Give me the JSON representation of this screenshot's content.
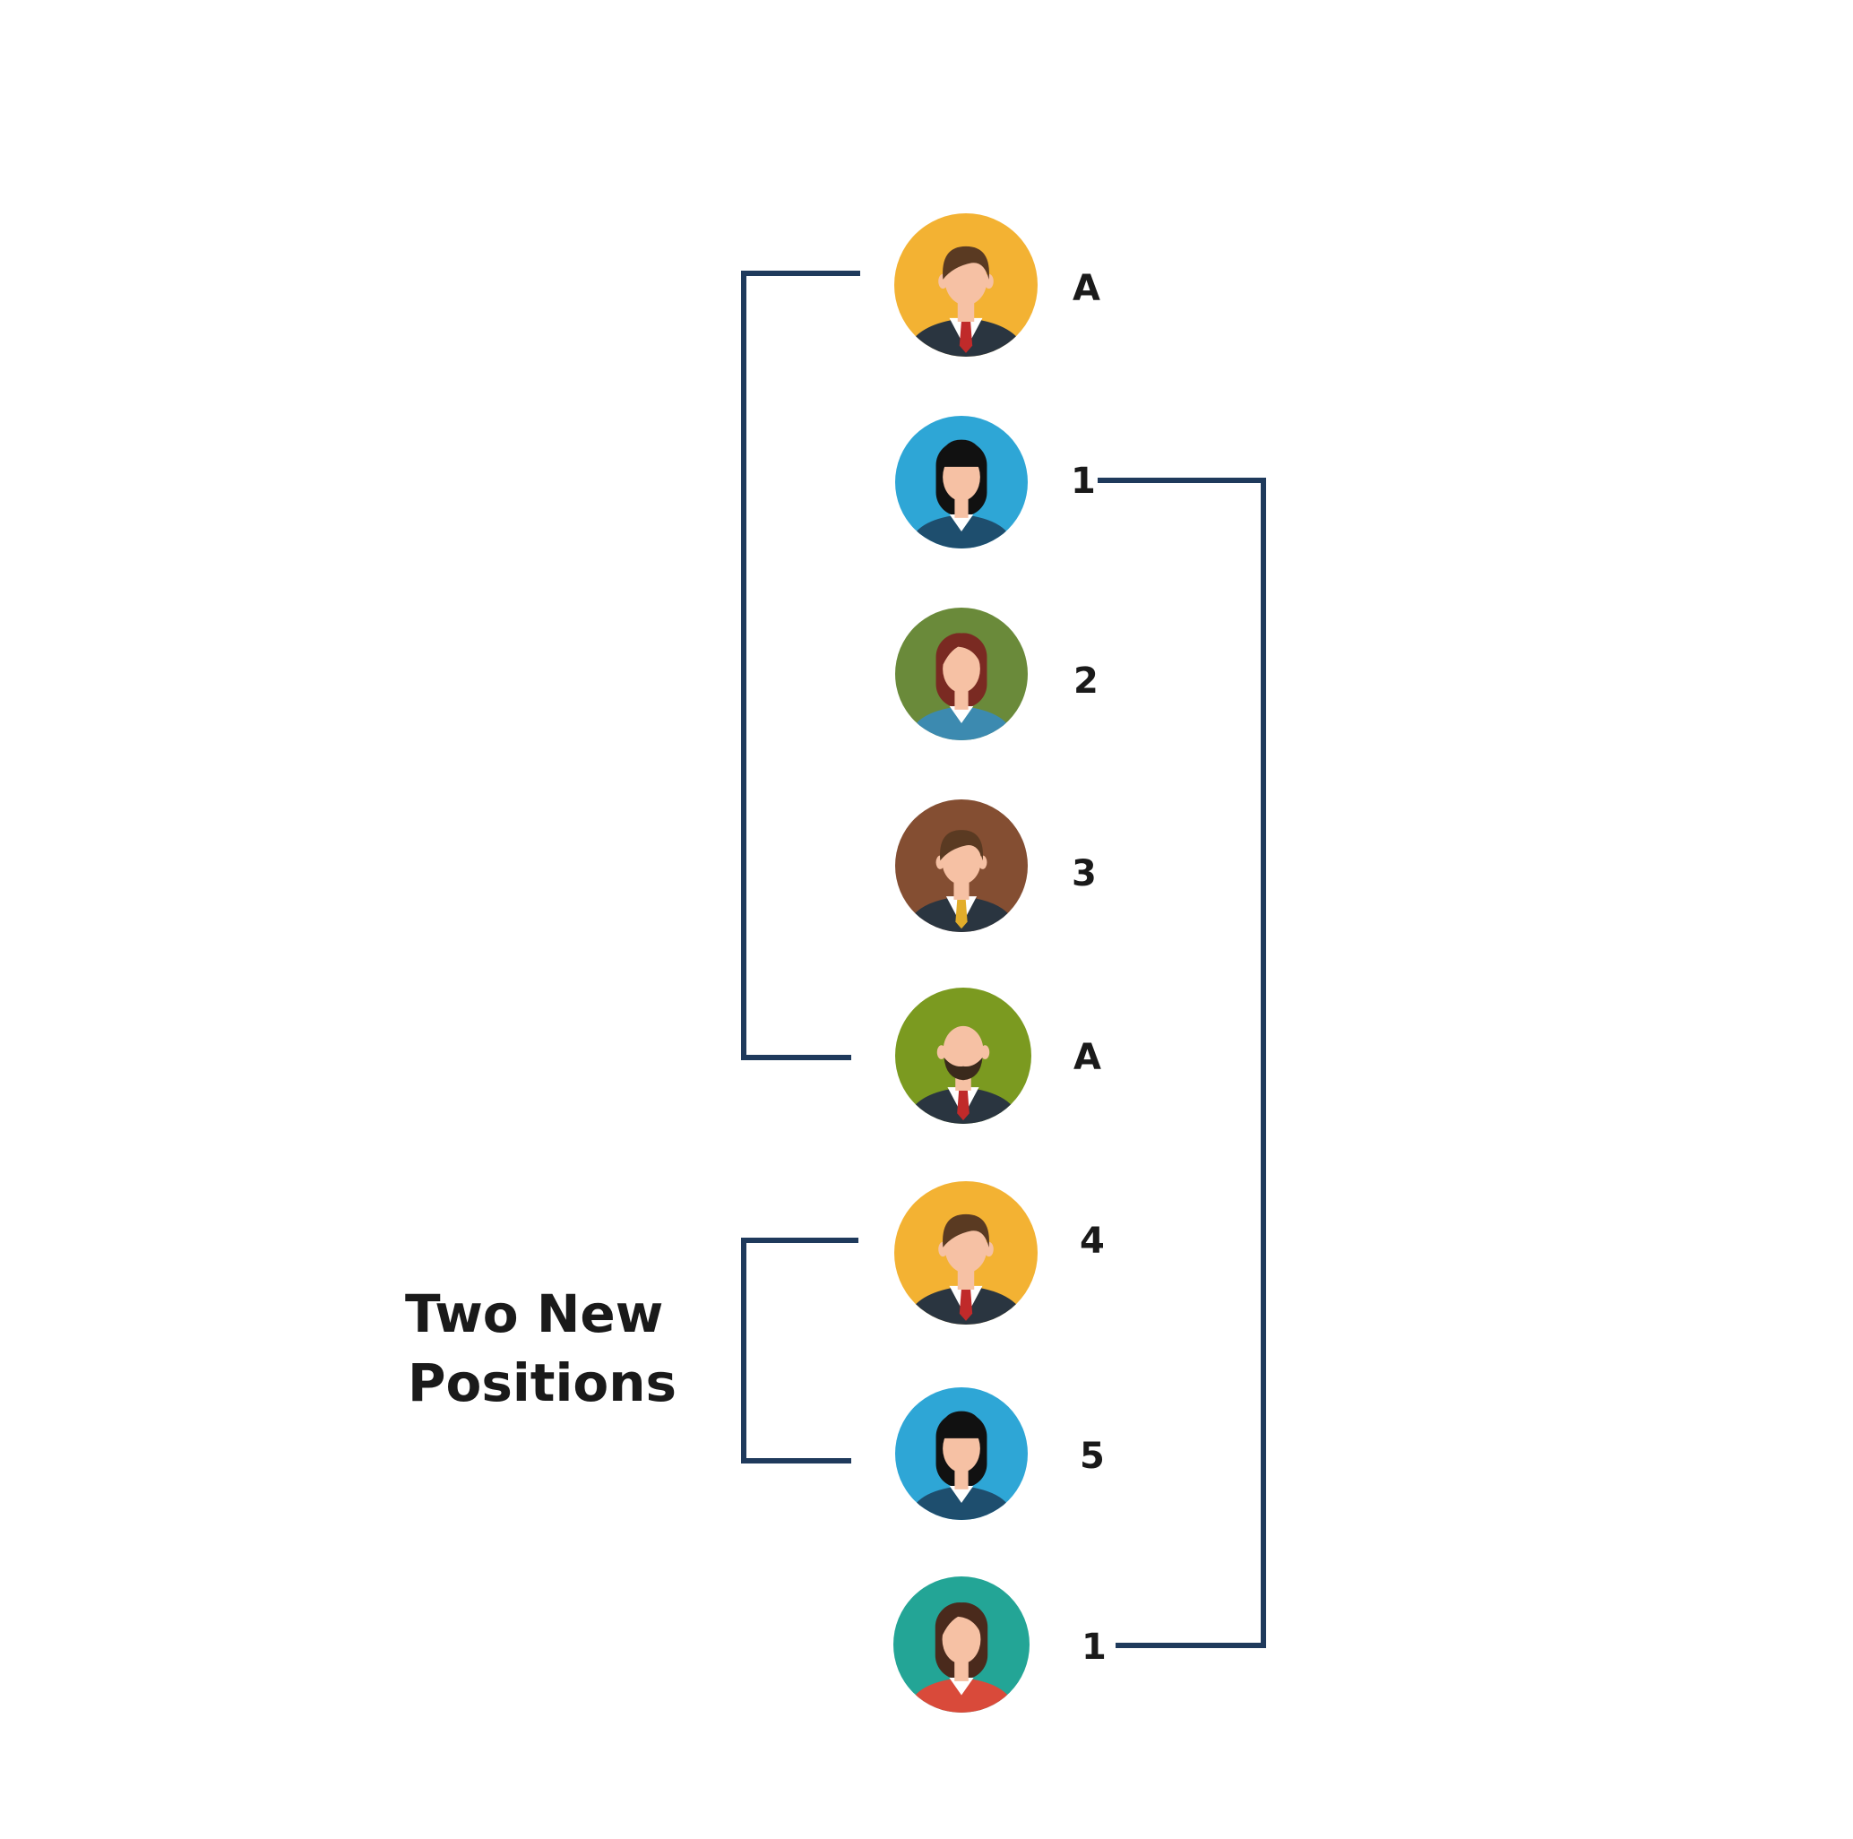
{
  "annotation": {
    "line1": "Two New",
    "line2": "Positions"
  },
  "people": [
    {
      "label": "A",
      "bg": "#f3b233",
      "hair": "#5a3a22",
      "style": "man",
      "tie": "#c02a2a"
    },
    {
      "label": "1",
      "bg": "#2ea6d6",
      "hair": "#111111",
      "style": "woman-bangs",
      "top": "#1e4e6e"
    },
    {
      "label": "2",
      "bg": "#6a8a3a",
      "hair": "#7a2a22",
      "style": "woman-long",
      "top": "#3c8ab0"
    },
    {
      "label": "3",
      "bg": "#844e32",
      "hair": "#5a3a22",
      "style": "man",
      "tie": "#e2ad2a"
    },
    {
      "label": "A",
      "bg": "#7b9a20",
      "hair": "#3a2a1c",
      "style": "bald-beard",
      "tie": "#c02a2a"
    },
    {
      "label": "4",
      "bg": "#f3b233",
      "hair": "#5a3a22",
      "style": "man",
      "tie": "#c02a2a"
    },
    {
      "label": "5",
      "bg": "#2ea6d6",
      "hair": "#111111",
      "style": "woman-bangs",
      "top": "#1e4e6e"
    },
    {
      "label": "1",
      "bg": "#23a596",
      "hair": "#4a2a1c",
      "style": "woman-long",
      "top": "#d94a3a"
    }
  ],
  "colors": {
    "connector": "#1f3a5c",
    "skin": "#f6c1a4",
    "suit": "#2a3540",
    "shirt": "#ffffff"
  }
}
